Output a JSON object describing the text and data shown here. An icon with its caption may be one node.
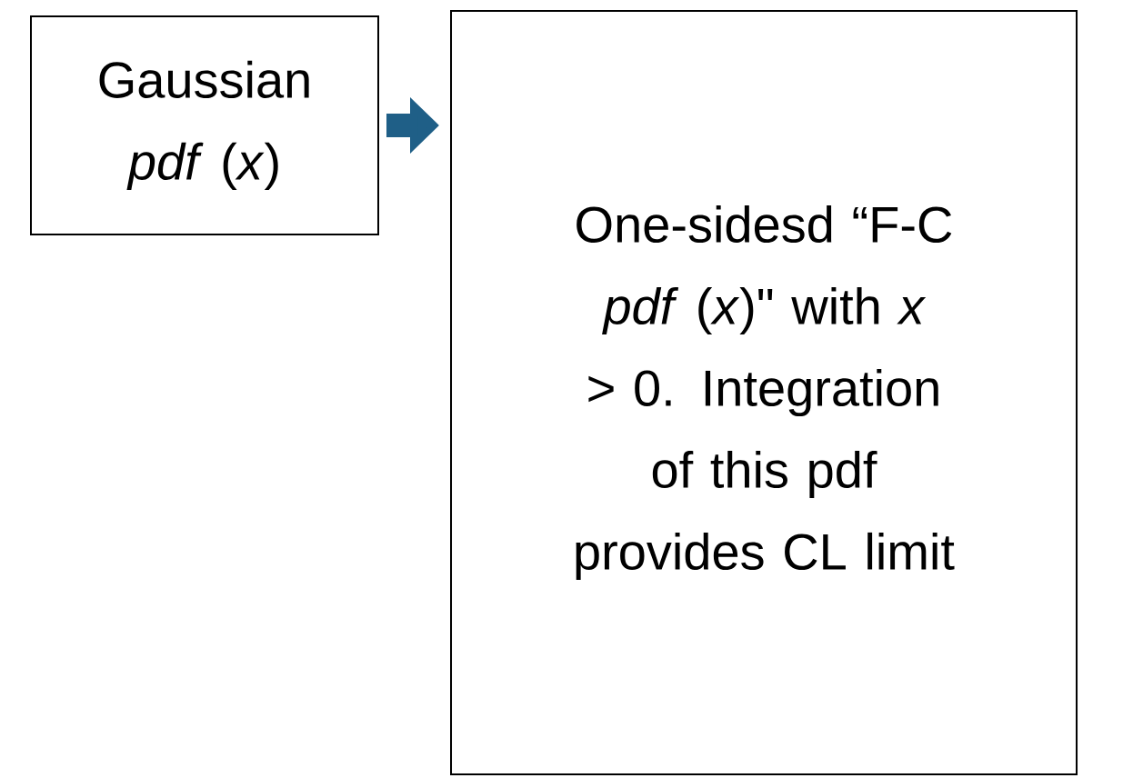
{
  "diagram": {
    "nodes": [
      {
        "text": [
          "Gaussian *pdf* (*x*)"
        ]
      },
      {
        "text": [
          "One-sidesd “F-C *pdf* (*x*)\" with *x* > 0. Integration of this pdf provides CL limit"
        ]
      }
    ],
    "edges": [
      {
        "from": 0,
        "to": 1,
        "arrow": "to",
        "color": "#1f5f87"
      }
    ]
  }
}
